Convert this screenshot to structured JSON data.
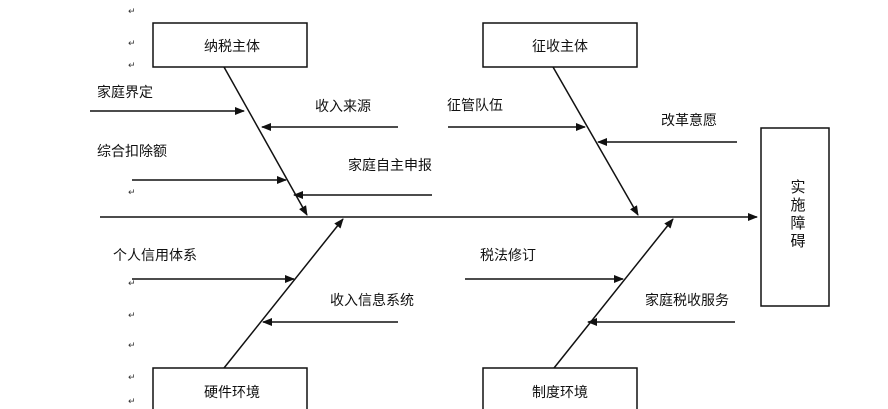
{
  "categories": {
    "tax_subject": "纳税主体",
    "collection_subject": "征收主体",
    "hardware_env": "硬件环境",
    "institution_env": "制度环境"
  },
  "result": "实施障碍",
  "causes": {
    "family_definition": "家庭界定",
    "income_source": "收入来源",
    "combined_deduction": "综合扣除额",
    "family_self_declaration": "家庭自主申报",
    "collection_team": "征管队伍",
    "reform_will": "改革意愿",
    "personal_credit_system": "个人信用体系",
    "income_info_system": "收入信息系统",
    "tax_law_revision": "税法修订",
    "family_tax_service": "家庭税收服务"
  },
  "paragraph_mark": "↵"
}
